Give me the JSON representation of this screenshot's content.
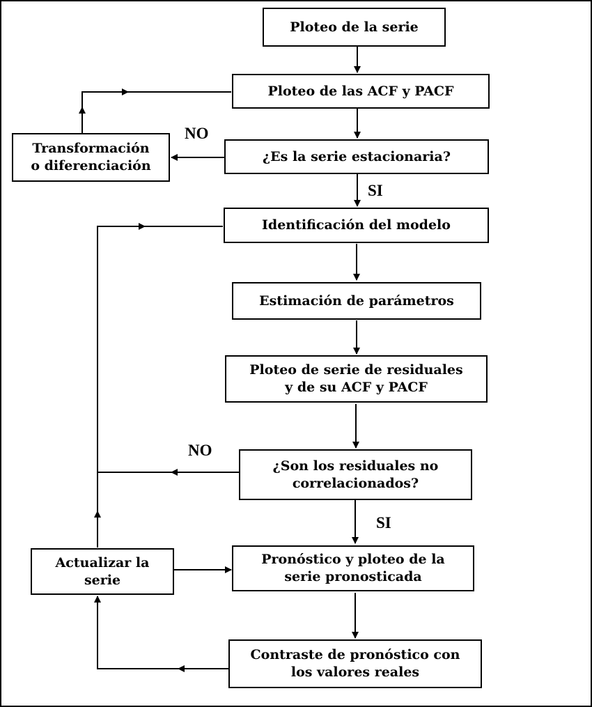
{
  "nodes": {
    "ploteo_serie": [
      "Ploteo de la serie"
    ],
    "ploteo_acf": [
      "Ploteo de las ACF y PACF"
    ],
    "estacionaria": [
      "¿Es la serie estacionaria?"
    ],
    "transformacion": [
      "Transformación",
      "o diferenciación"
    ],
    "identificacion": [
      "Identificación del modelo"
    ],
    "estimacion": [
      "Estimación de parámetros"
    ],
    "residuales_ploteo": [
      "Ploteo de serie de residuales",
      "y de su ACF y PACF"
    ],
    "residuales_corr": [
      "¿Son los residuales no",
      "correlacionados?"
    ],
    "actualizar": [
      "Actualizar la",
      "serie"
    ],
    "pronostico": [
      "Pronóstico y ploteo de la",
      "serie pronosticada"
    ],
    "contraste": [
      "Contraste de pronóstico con",
      "los valores reales"
    ]
  },
  "labels": {
    "no_1": "NO",
    "si_1": "SI",
    "no_2": "NO",
    "si_2": "SI"
  }
}
